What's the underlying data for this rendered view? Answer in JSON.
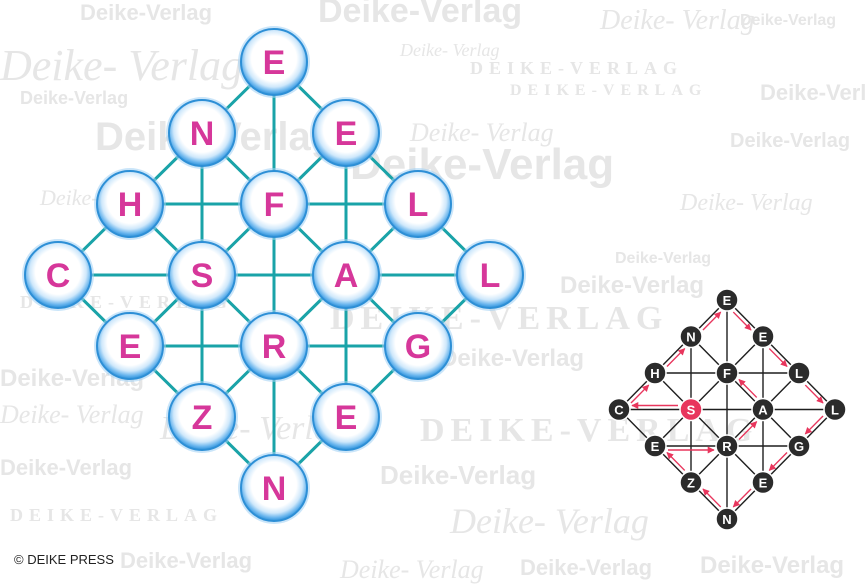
{
  "watermark": {
    "text_a": "Deike-Verlag",
    "text_b": "DEIKE-VERLAG",
    "text_c": "Deike- Verlag"
  },
  "copyright": "© DEIKE PRESS",
  "colors": {
    "letter": "#d6379a",
    "line": "#1aa3a8",
    "bubble_inner": "#ffffff",
    "bubble_edge": "#2d8fd6",
    "mini_node": "#2b2b2b",
    "mini_start": "#e8365d",
    "mini_arrow": "#e8365d"
  },
  "puzzle": {
    "nodes": [
      {
        "id": "e_top",
        "letter": "E"
      },
      {
        "id": "n",
        "letter": "N"
      },
      {
        "id": "e2",
        "letter": "E"
      },
      {
        "id": "h",
        "letter": "H"
      },
      {
        "id": "f",
        "letter": "F"
      },
      {
        "id": "l1",
        "letter": "L"
      },
      {
        "id": "c",
        "letter": "C"
      },
      {
        "id": "s",
        "letter": "S"
      },
      {
        "id": "a",
        "letter": "A"
      },
      {
        "id": "l2",
        "letter": "L"
      },
      {
        "id": "e3",
        "letter": "E"
      },
      {
        "id": "r",
        "letter": "R"
      },
      {
        "id": "g",
        "letter": "G"
      },
      {
        "id": "z",
        "letter": "Z"
      },
      {
        "id": "e4",
        "letter": "E"
      },
      {
        "id": "n_bottom",
        "letter": "N"
      }
    ],
    "solution_start": "s",
    "solution_path": [
      "s",
      "c",
      "h",
      "n",
      "e_top",
      "e2",
      "l1",
      "l2",
      "g",
      "e4",
      "n_bottom",
      "z",
      "e3",
      "r",
      "a",
      "f"
    ]
  }
}
